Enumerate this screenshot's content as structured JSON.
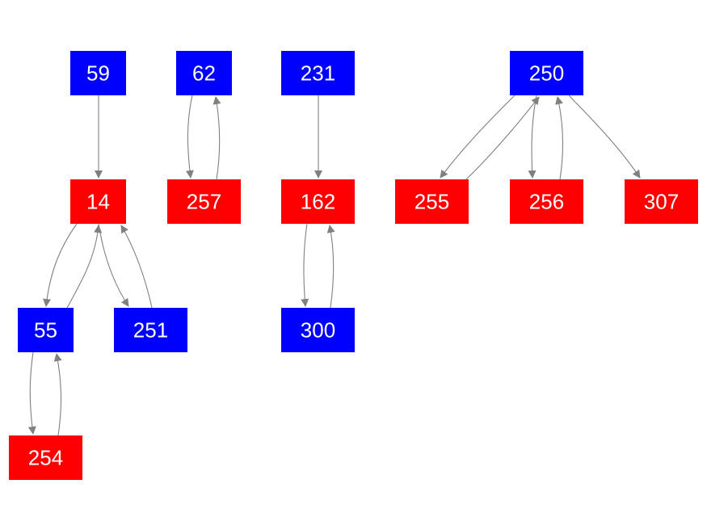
{
  "colors": {
    "blue": "#0000ff",
    "red": "#ff0000",
    "edge": "#808080",
    "label": "#ffffff"
  },
  "nodes": [
    {
      "id": "59",
      "label": "59",
      "color": "blue"
    },
    {
      "id": "62",
      "label": "62",
      "color": "blue"
    },
    {
      "id": "231",
      "label": "231",
      "color": "blue"
    },
    {
      "id": "250",
      "label": "250",
      "color": "blue"
    },
    {
      "id": "14",
      "label": "14",
      "color": "red"
    },
    {
      "id": "257",
      "label": "257",
      "color": "red"
    },
    {
      "id": "162",
      "label": "162",
      "color": "red"
    },
    {
      "id": "255",
      "label": "255",
      "color": "red"
    },
    {
      "id": "256",
      "label": "256",
      "color": "red"
    },
    {
      "id": "307",
      "label": "307",
      "color": "red"
    },
    {
      "id": "55",
      "label": "55",
      "color": "blue"
    },
    {
      "id": "251",
      "label": "251",
      "color": "blue"
    },
    {
      "id": "300",
      "label": "300",
      "color": "blue"
    },
    {
      "id": "254",
      "label": "254",
      "color": "red"
    }
  ],
  "edges": [
    {
      "from": "59",
      "to": "14"
    },
    {
      "from": "62",
      "to": "257"
    },
    {
      "from": "257",
      "to": "62"
    },
    {
      "from": "231",
      "to": "162"
    },
    {
      "from": "250",
      "to": "255"
    },
    {
      "from": "255",
      "to": "250"
    },
    {
      "from": "250",
      "to": "256"
    },
    {
      "from": "256",
      "to": "250"
    },
    {
      "from": "250",
      "to": "307"
    },
    {
      "from": "14",
      "to": "55"
    },
    {
      "from": "55",
      "to": "14"
    },
    {
      "from": "14",
      "to": "251"
    },
    {
      "from": "251",
      "to": "14"
    },
    {
      "from": "162",
      "to": "300"
    },
    {
      "from": "300",
      "to": "162"
    },
    {
      "from": "55",
      "to": "254"
    },
    {
      "from": "254",
      "to": "55"
    }
  ]
}
